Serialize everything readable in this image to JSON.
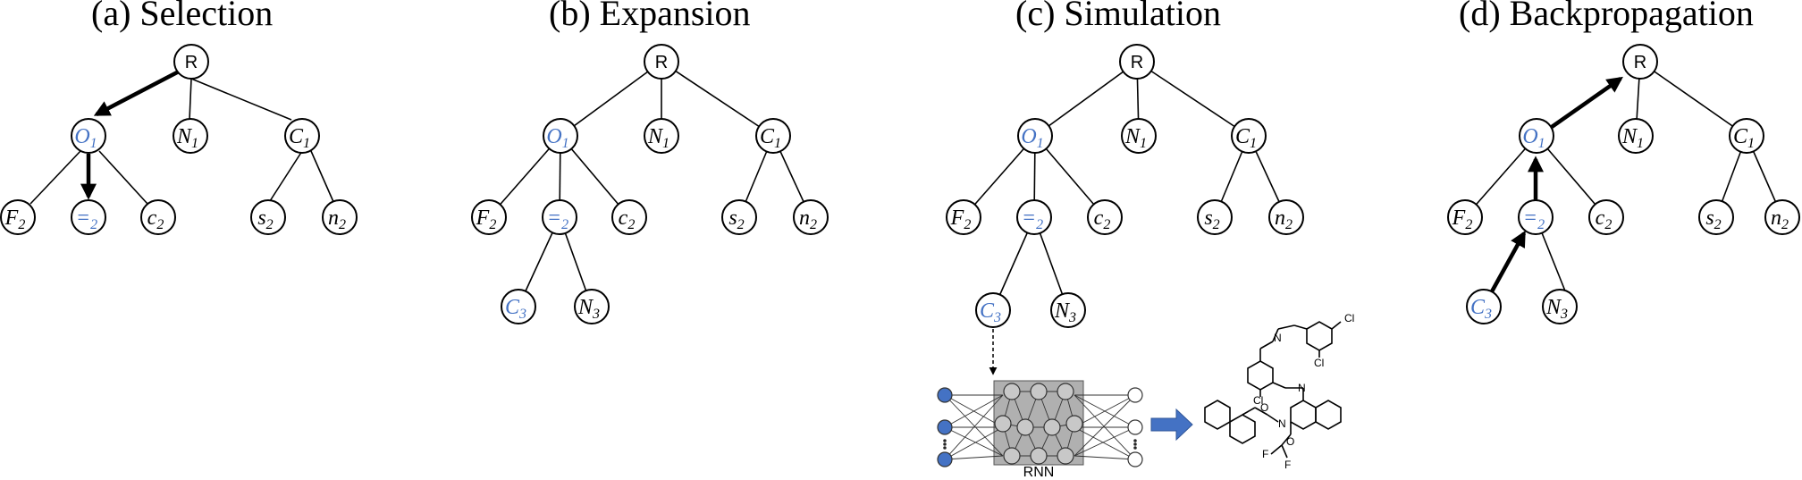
{
  "panels": [
    {
      "title": "(a) Selection"
    },
    {
      "title": "(b) Expansion"
    },
    {
      "title": "(c) Simulation"
    },
    {
      "title": "(d) Backpropagation"
    }
  ],
  "nodes": {
    "R": "R",
    "O": {
      "base": "O",
      "sub": "1"
    },
    "N1": {
      "base": "N",
      "sub": "1"
    },
    "C1": {
      "base": "C",
      "sub": "1"
    },
    "F2": {
      "base": "F",
      "sub": "2"
    },
    "EQ2": {
      "base": "=",
      "sub": "2"
    },
    "c2": {
      "base": "c",
      "sub": "2"
    },
    "s2": {
      "base": "s",
      "sub": "2"
    },
    "n2": {
      "base": "n",
      "sub": "2"
    },
    "C3": {
      "base": "C",
      "sub": "3"
    },
    "N3": {
      "base": "N",
      "sub": "3"
    }
  },
  "rnn": {
    "label": "RNN"
  },
  "molecule": {
    "atoms": {
      "N_top": "N",
      "Cl_top": "Cl",
      "Cl_mid": "Cl",
      "N_mid": "N",
      "Cl_left": "Cl",
      "O_amide": "O",
      "N_amide": "N",
      "O_ring": "O",
      "F_1": "F",
      "F_2": "F"
    }
  },
  "colors": {
    "accent": "#4472c4",
    "rnn_box": "#b0b0b0",
    "node_fill": "#c8c8c8",
    "arrow": "#4472c4"
  }
}
